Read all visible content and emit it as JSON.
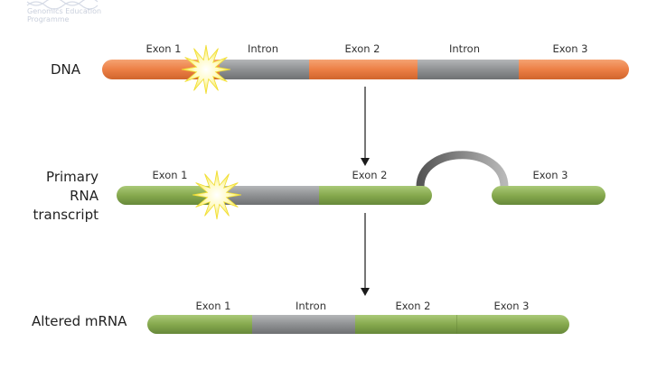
{
  "logo": {
    "line1": "Genomics Education",
    "line2": "Programme"
  },
  "rows": {
    "dna": {
      "label": "DNA",
      "segments": [
        {
          "label": "Exon 1",
          "type": "exon"
        },
        {
          "label": "Intron",
          "type": "intron"
        },
        {
          "label": "Exon 2",
          "type": "exon"
        },
        {
          "label": "Intron",
          "type": "intron"
        },
        {
          "label": "Exon 3",
          "type": "exon"
        }
      ],
      "mutation_on": "Exon 1"
    },
    "primary_rna": {
      "label_lines": [
        "Primary",
        "RNA",
        "transcript"
      ],
      "labels": {
        "exon1": "Exon 1",
        "exon2": "Exon 2",
        "exon3": "Exon 3"
      },
      "mutation_on": "Exon 1"
    },
    "altered_mrna": {
      "label": "Altered mRNA",
      "segments": [
        {
          "label": "Exon 1",
          "type": "exon"
        },
        {
          "label": "Intron",
          "type": "intron"
        },
        {
          "label": "Exon 2",
          "type": "exon"
        },
        {
          "label": "Exon 3",
          "type": "exon"
        }
      ]
    }
  },
  "colors": {
    "dna_exon": "#ec7f45",
    "intron": "#8f9193",
    "rna_exon": "#86a94e",
    "mutation_star": "#fff36a",
    "arrow": "#1a1a1a"
  }
}
